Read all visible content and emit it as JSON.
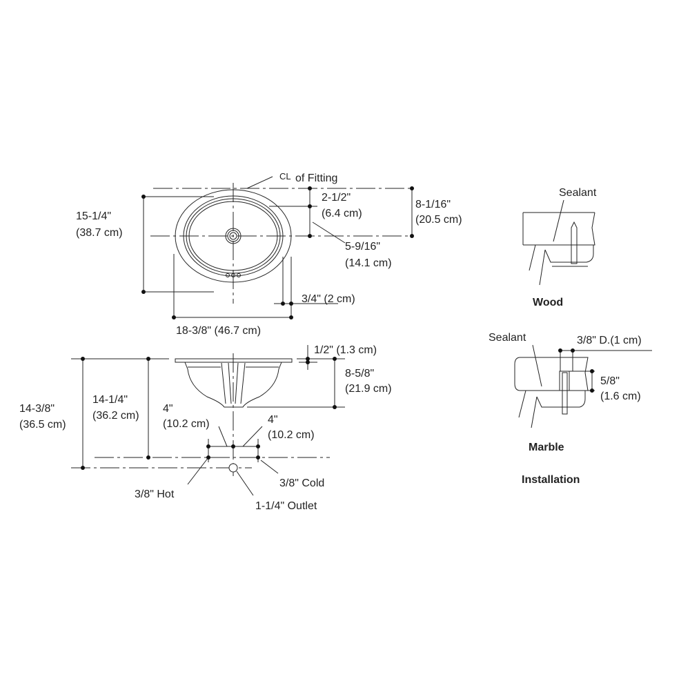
{
  "top_view": {
    "centerline_symbol": "CL",
    "centerline_label": "of Fitting",
    "width_in": "15-1/4\"",
    "width_cm": "(38.7 cm)",
    "front_offset_in": "2-1/2\"",
    "front_offset_cm": "(6.4 cm)",
    "depth_in": "8-1/16\"",
    "depth_cm": "(20.5 cm)",
    "drain_offset_in": "5-9/16\"",
    "drain_offset_cm": "(14.1 cm)",
    "rim": "3/4\" (2 cm)",
    "length": "18-3/8\" (46.7 cm)"
  },
  "side_view": {
    "overall_in": "14-3/8\"",
    "overall_cm": "(36.5 cm)",
    "supply_in": "14-1/4\"",
    "supply_cm": "(36.2 cm)",
    "left_spacing_in": "4\"",
    "left_spacing_cm": "(10.2 cm)",
    "right_spacing_in": "4\"",
    "right_spacing_cm": "(10.2 cm)",
    "rim_thickness": "1/2\" (1.3 cm)",
    "bowl_depth_in": "8-5/8\"",
    "bowl_depth_cm": "(21.9 cm)",
    "cold": "3/8\" Cold",
    "hot": "3/8\" Hot",
    "outlet": "1-1/4\" Outlet"
  },
  "installation": {
    "wood_sealant": "Sealant",
    "wood_label": "Wood",
    "marble_sealant": "Sealant",
    "hole_diameter": "3/8\" D.(1 cm)",
    "hole_depth_in": "5/8\"",
    "hole_depth_cm": "(1.6 cm)",
    "marble_label": "Marble",
    "title": "Installation"
  }
}
